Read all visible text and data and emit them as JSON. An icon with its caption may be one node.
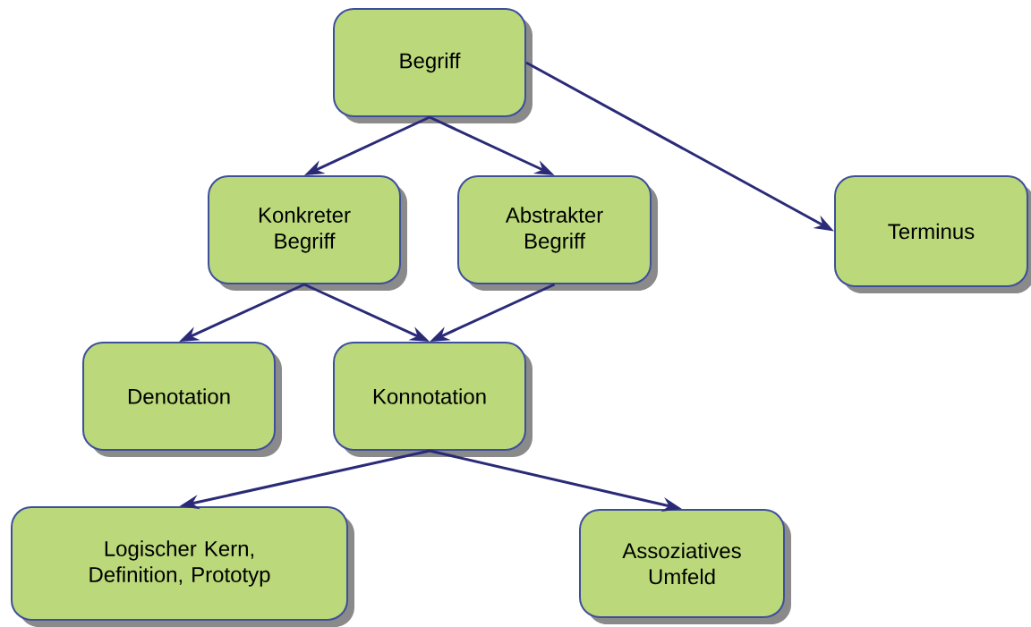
{
  "diagram": {
    "nodes": [
      {
        "text": [
          "Begriff"
        ]
      },
      {
        "text": [
          "Konkreter Begriff"
        ]
      },
      {
        "text": [
          "Abstrakter Begriff"
        ]
      },
      {
        "text": [
          "Terminus"
        ]
      },
      {
        "text": [
          "Denotation"
        ]
      },
      {
        "text": [
          "Konnotation"
        ]
      },
      {
        "text": [
          "Logischer Kern, Definition, Prototyp"
        ]
      },
      {
        "text": [
          "Assoziatives Umfeld"
        ]
      }
    ],
    "edges": [
      {
        "from": 0,
        "to": 1,
        "arrow": "to"
      },
      {
        "from": 0,
        "to": 2,
        "arrow": "to"
      },
      {
        "from": 0,
        "to": 3,
        "arrow": "to"
      },
      {
        "from": 1,
        "to": 4,
        "arrow": "to"
      },
      {
        "from": 1,
        "to": 5,
        "arrow": "to"
      },
      {
        "from": 2,
        "to": 5,
        "arrow": "to"
      },
      {
        "from": 5,
        "to": 6,
        "arrow": "to"
      },
      {
        "from": 5,
        "to": 7,
        "arrow": "to"
      }
    ]
  }
}
